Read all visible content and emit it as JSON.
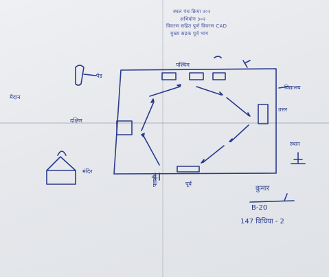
{
  "header_notes": [
    "स्थल पंच क्रिया २०२",
    "अभियोग ३०२",
    "विवरण सहित पूर्ण विवरण CAD",
    "मुख्य सड़क पूर्व भाग"
  ],
  "directions": {
    "north": "उत्तर",
    "south": "दक्षिण",
    "east": "पूर्व",
    "west": "पश्चिम"
  },
  "side_labels": {
    "top_left_object": "पेड",
    "left_area": "मैदान",
    "right_top": "विद्यालय",
    "right_note": "स्थान",
    "bottom_left_object": "मंदिर",
    "bottom_mark": "पहाड़ी"
  },
  "signature": {
    "text": "कुमार",
    "code": "B-20",
    "ref": "147 विधिया - 2"
  }
}
